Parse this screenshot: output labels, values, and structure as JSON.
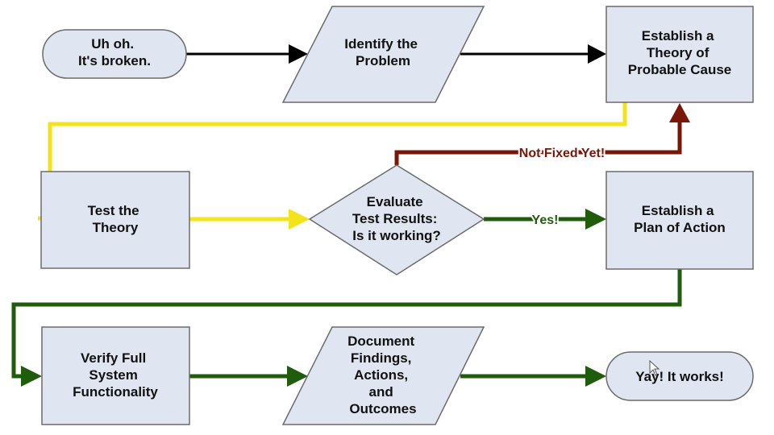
{
  "colors": {
    "node_fill": "#dfe6f1",
    "node_stroke": "#6b6b6b",
    "flow_black": "#000000",
    "flow_yellow": "#f2e31a",
    "flow_green": "#1f5c0c",
    "flow_red": "#7a1608"
  },
  "nodes": {
    "start": {
      "shape": "terminator",
      "lines": [
        "Uh oh.",
        "It's broken."
      ]
    },
    "identify": {
      "shape": "parallelogram",
      "lines": [
        "Identify the",
        "Problem"
      ]
    },
    "theory": {
      "shape": "rectangle",
      "lines": [
        "Establish a",
        "Theory of",
        "Probable Cause"
      ]
    },
    "test": {
      "shape": "rectangle",
      "lines": [
        "Test the",
        "Theory"
      ]
    },
    "evaluate": {
      "shape": "diamond",
      "lines": [
        "Evaluate",
        "Test Results:",
        "Is it working?"
      ]
    },
    "plan": {
      "shape": "rectangle",
      "lines": [
        "Establish a",
        "Plan of Action"
      ]
    },
    "verify": {
      "shape": "rectangle",
      "lines": [
        "Verify Full",
        "System",
        "Functionality"
      ]
    },
    "document": {
      "shape": "parallelogram",
      "lines": [
        "Document",
        "Findings,",
        "Actions,",
        "and",
        "Outcomes"
      ]
    },
    "end": {
      "shape": "terminator",
      "lines": [
        "Yay! It works!"
      ]
    }
  },
  "edges": {
    "not_fixed_label": "Not Fixed Yet!",
    "yes_label": "Yes!"
  }
}
